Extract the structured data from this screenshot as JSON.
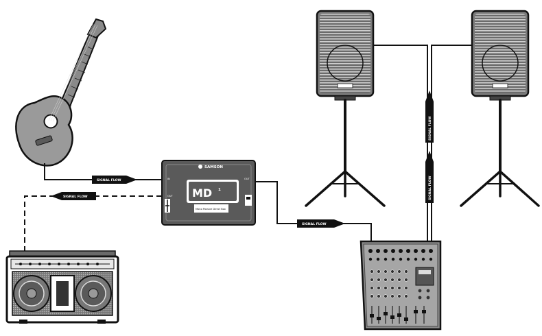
{
  "device": {
    "brand": "SAMSON",
    "model": "MD",
    "model_number": "1",
    "sub_label": "Mono Passive Direct Box",
    "left_jacks": [
      "IN",
      "OUT"
    ],
    "right_jack": "OUT"
  },
  "cables": {
    "guitar_to_di": "SIGNAL FLOW",
    "di_to_amp": "SIGNAL FLOW",
    "di_to_mixer": "SIGNAL FLOW",
    "mixer_to_left_speaker": "SIGNAL FLOW",
    "mixer_to_right_speaker": "SIGNAL FLOW"
  },
  "amp": {
    "panel_text": ""
  },
  "colors": {
    "line": "#111111",
    "device_fill": "#5a5a5a",
    "speaker_fill": "#7a7a7a",
    "guitar_fill": "#9a9a9a"
  }
}
